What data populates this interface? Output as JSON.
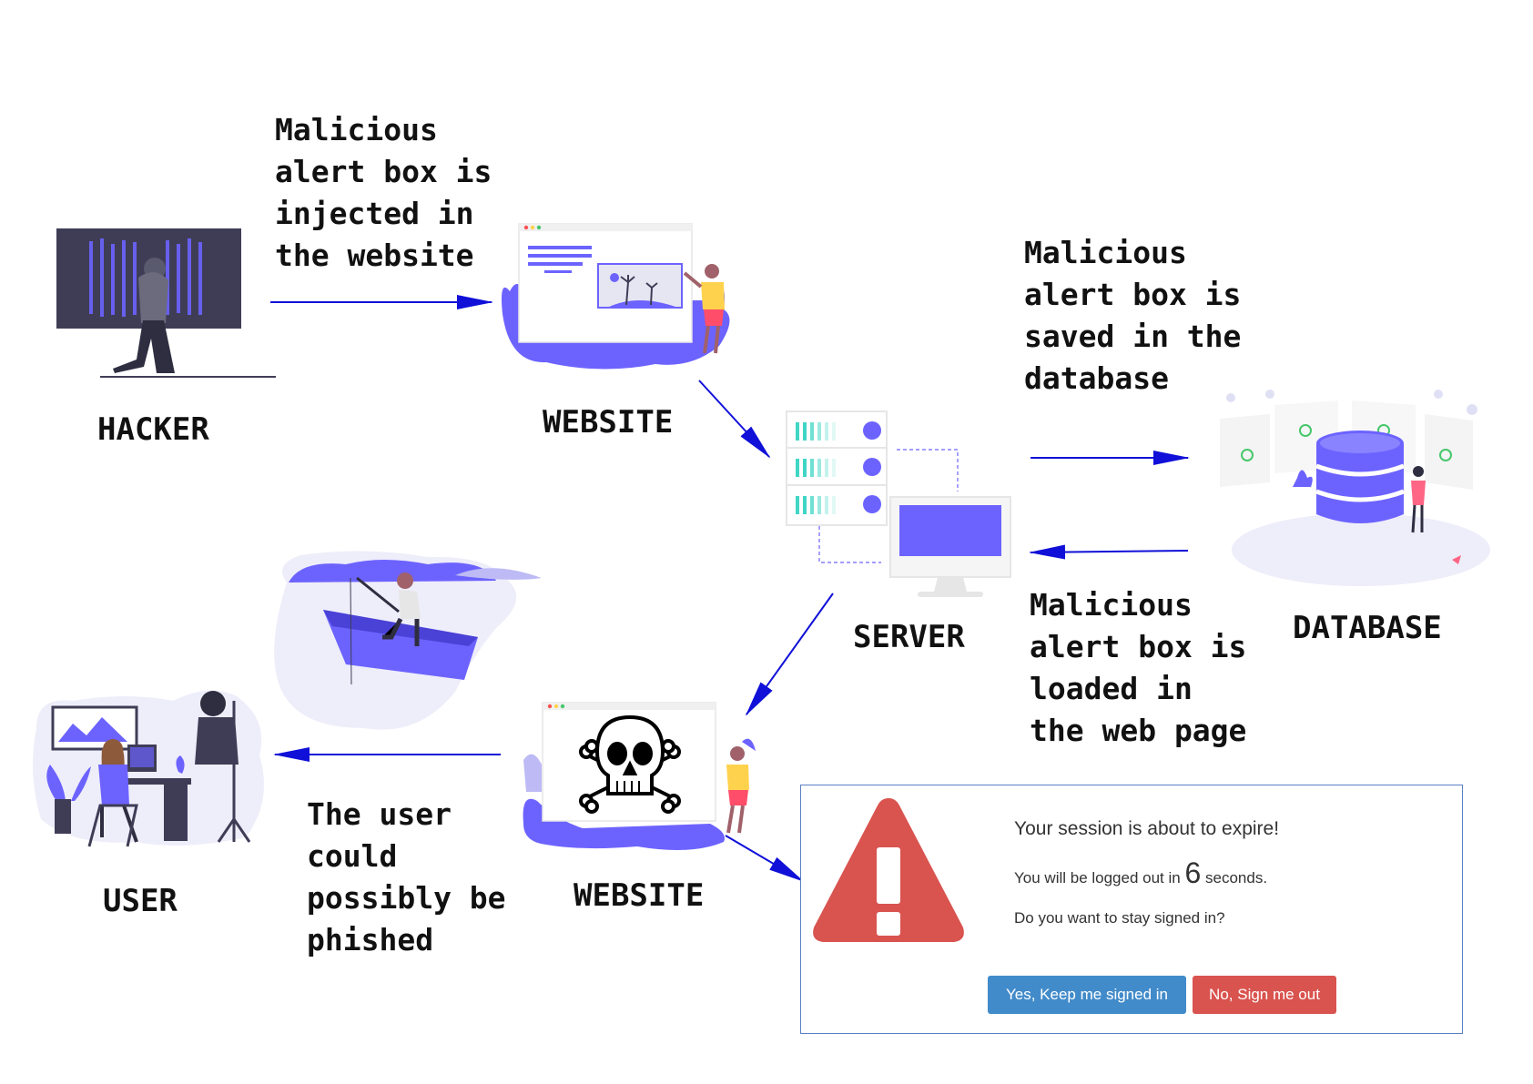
{
  "captions": {
    "injected": "Malicious\nalert box is\ninjected in\nthe website",
    "saved": "Malicious\nalert box is\nsaved in the\ndatabase",
    "loaded": "Malicious\nalert box is\nloaded in\nthe web page",
    "phished": "The user\ncould\npossibly be\nphished"
  },
  "labels": {
    "hacker": "HACKER",
    "website_top": "WEBSITE",
    "server": "SERVER",
    "database": "DATABASE",
    "website_bottom": "WEBSITE",
    "user": "USER"
  },
  "alert": {
    "title": "Your session is about to expire!",
    "logout_prefix": "You will be logged out in",
    "seconds": "6",
    "logout_suffix": "seconds.",
    "question": "Do you want to stay signed in?",
    "yes_button": "Yes, Keep me signed in",
    "no_button": "No, Sign me out"
  },
  "colors": {
    "arrow": "#1010d8",
    "accent": "#6c63ff",
    "warning_red": "#d9534f",
    "primary_button": "#428bca",
    "danger_button": "#d9534f"
  },
  "icons": [
    "hacker-illustration",
    "website-illustration",
    "server-illustration",
    "database-illustration",
    "skull-crossbones-icon",
    "fishing-boat-illustration",
    "user-desk-illustration",
    "warning-triangle-icon"
  ]
}
